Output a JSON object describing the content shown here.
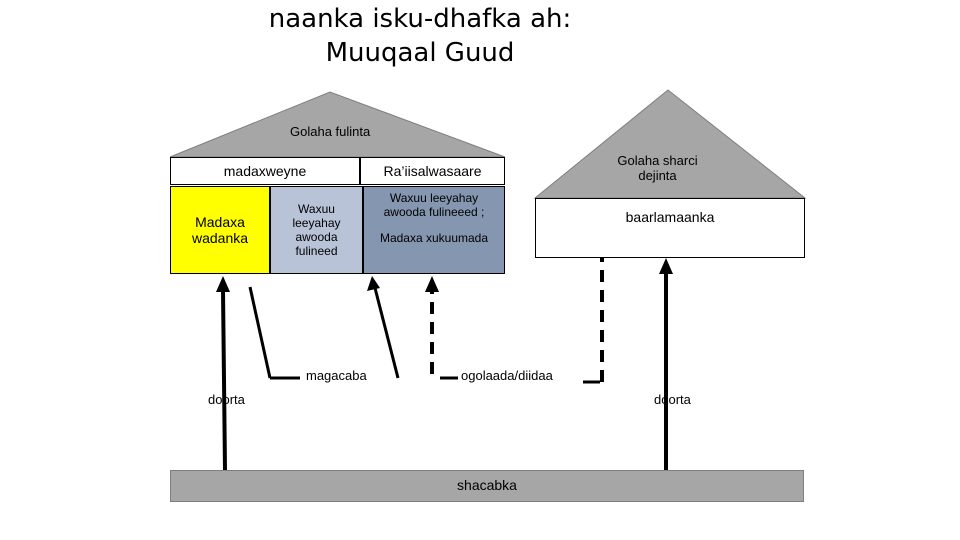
{
  "title": {
    "line1": "naanka isku-dhafka ah:",
    "line2": "Muuqaal Guud"
  },
  "executive": {
    "roof_label": "Golaha fulinta",
    "president_header": "madaxweyne",
    "pm_header": "Ra’iisalwasaare",
    "president_cell": "Madaxa wadanka",
    "ministers_cell": "Waxuu leeyahay awooda fulineed",
    "pm_cell_line1": "Waxuu leeyahay awooda fulineeed ;",
    "pm_cell_line2": "Madaxa xukuumada"
  },
  "legislative": {
    "roof_label": "Golaha sharci dejinta",
    "body_label": "baarlamaanka"
  },
  "arrows": {
    "appoints_label": "magacaba",
    "approval_label": "ogolaada/diidaa",
    "elects_left_label": "doorta",
    "elects_right_label": "doorta"
  },
  "people": {
    "label": "shacabka"
  },
  "colors": {
    "roof": "#a6a6a6",
    "president_fill": "#ffff00",
    "ministers_fill": "#b8c3d8",
    "pm_fill": "#8496b0",
    "people_fill": "#a6a6a6"
  }
}
